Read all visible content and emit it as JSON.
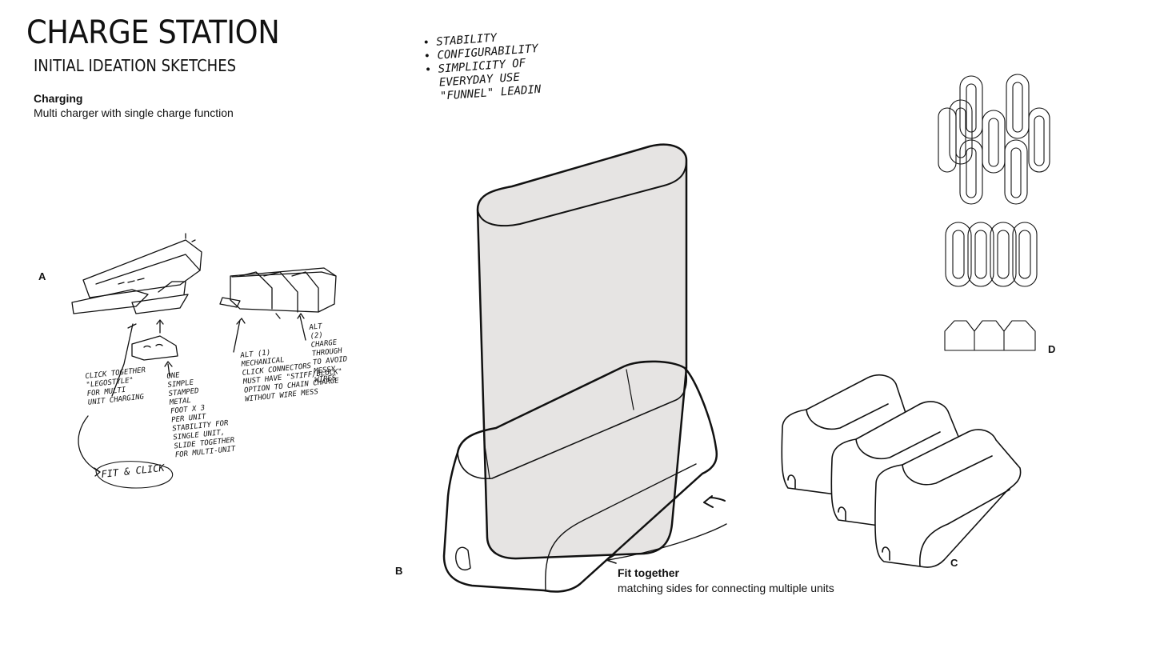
{
  "header": {
    "title": "CHARGE STATION",
    "subtitle": "INITIAL IDEATION SKETCHES"
  },
  "section": {
    "heading": "Charging",
    "description": "Multi charger with single charge function"
  },
  "notes": [
    "STABILITY",
    "CONFIGURABILITY",
    "SIMPLICITY OF",
    "EVERYDAY USE",
    "\"FUNNEL\" LEADIN"
  ],
  "labels": {
    "a": "A",
    "b": "B",
    "c": "C",
    "d": "D"
  },
  "annotations": {
    "click_together": "CLICK TOGETHER\n\"LEGOSTYLE\"\nFOR MULTI\nUNIT CHARGING",
    "one_simple": "ONE\nSIMPLE\nSTAMPED\nMETAL\nFOOT X 3\nPER UNIT\nSTABILITY FOR\nSINGLE UNIT,\nSLIDE TOGETHER\nFOR MULTI-UNIT",
    "alt1": "ALT (1)\nMECHANICAL\nCLICK CONNECTORS\nMUST HAVE \"STIFF/BLOCK\"\nOPTION TO CHAIN CHARGE\nWITHOUT WIRE MESS",
    "alt2": "ALT\n(2)\nCHARGE\nTHROUGH\nTO AVOID\nMESSY\nWIRES",
    "fit_click": "FIT & CLICK"
  },
  "fit_together": {
    "heading": "Fit together",
    "description": "matching sides for connecting multiple units"
  },
  "colors": {
    "stroke": "#111111",
    "fill_shade": "#e6e4e3"
  }
}
